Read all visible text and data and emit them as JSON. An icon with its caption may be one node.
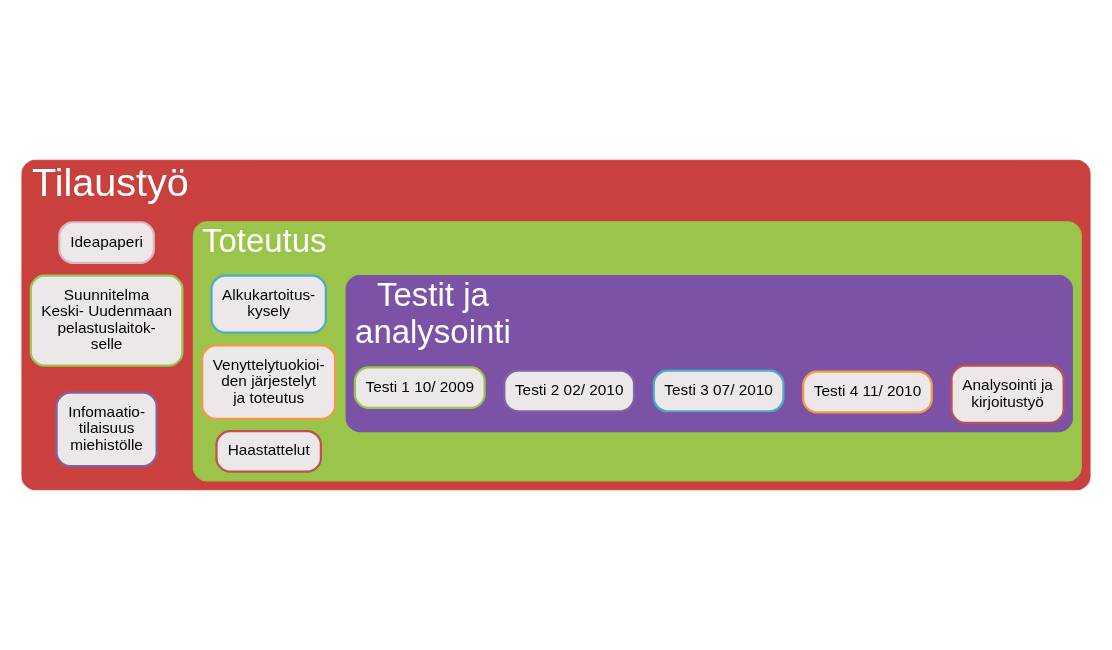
{
  "diagram": {
    "nodes": [
      {
        "text": [
          "Tilaustyö"
        ]
      },
      {
        "text": [
          "Ideapaperi"
        ],
        "in": 0
      },
      {
        "text": [
          "Suunnitelma Keski- Uudenmaan pelastuslaitok- selle"
        ],
        "in": 0
      },
      {
        "text": [
          "Infomaatio- tilaisuus miehistölle"
        ],
        "in": 0
      },
      {
        "text": [
          "Toteutus"
        ],
        "in": 0
      },
      {
        "text": [
          "Alkukartoitus- kysely"
        ],
        "in": 4
      },
      {
        "text": [
          "Venyttelytuokioi- den järjestelyt ja toteutus"
        ],
        "in": 4
      },
      {
        "text": [
          "Haastattelut"
        ],
        "in": 4
      },
      {
        "text": [
          "Testit ja analysointi"
        ],
        "in": 4
      },
      {
        "text": [
          "Testi 1 10/ 2009"
        ],
        "in": 8
      },
      {
        "text": [
          "Testi 2 02/ 2010"
        ],
        "in": 8
      },
      {
        "text": [
          "Testi 3 07/ 2010"
        ],
        "in": 8
      },
      {
        "text": [
          "Testi 4 11/ 2010"
        ],
        "in": 8
      },
      {
        "text": [
          "Analysointi ja kirjoitustyö"
        ],
        "in": 8
      }
    ]
  }
}
